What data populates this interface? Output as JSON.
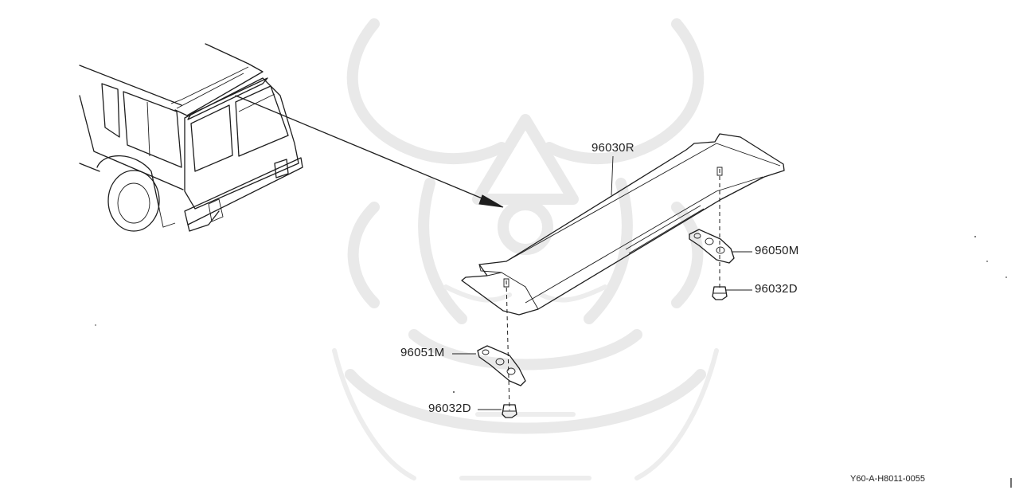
{
  "diagram": {
    "reference_code": "Y60-A-H8011-0055",
    "parts": [
      {
        "id": "96030R",
        "label": "96030R"
      },
      {
        "id": "96050M",
        "label": "96050M"
      },
      {
        "id": "96032D-right",
        "label": "96032D"
      },
      {
        "id": "96051M",
        "label": "96051M"
      },
      {
        "id": "96032D-left",
        "label": "96032D"
      }
    ],
    "line_color": "#1e1e1e",
    "watermark_color": "#e9e9e9"
  }
}
